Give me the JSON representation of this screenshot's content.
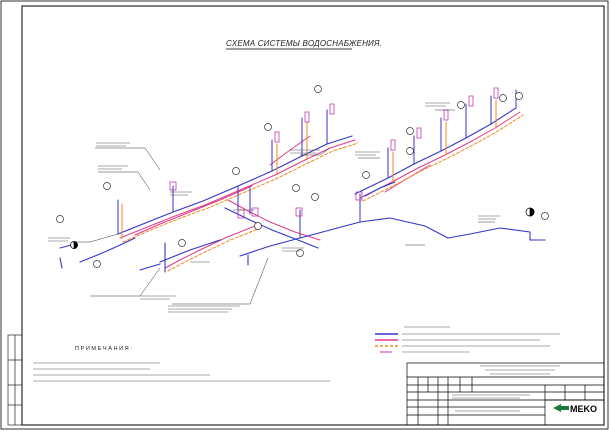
{
  "title": "СХЕМА СИСТЕМЫ ВОДОСНАБЖЕНИЯ.",
  "notes": {
    "heading": "П Р И М Е Ч А Н И Я :"
  },
  "stamp": {
    "logo_text": "MEKO"
  },
  "colors": {
    "cold_water": "#3535c8",
    "hot_water": "#e23a8a",
    "circulation": "#f08a1e",
    "ink": "#333333",
    "frame": "#000000"
  }
}
